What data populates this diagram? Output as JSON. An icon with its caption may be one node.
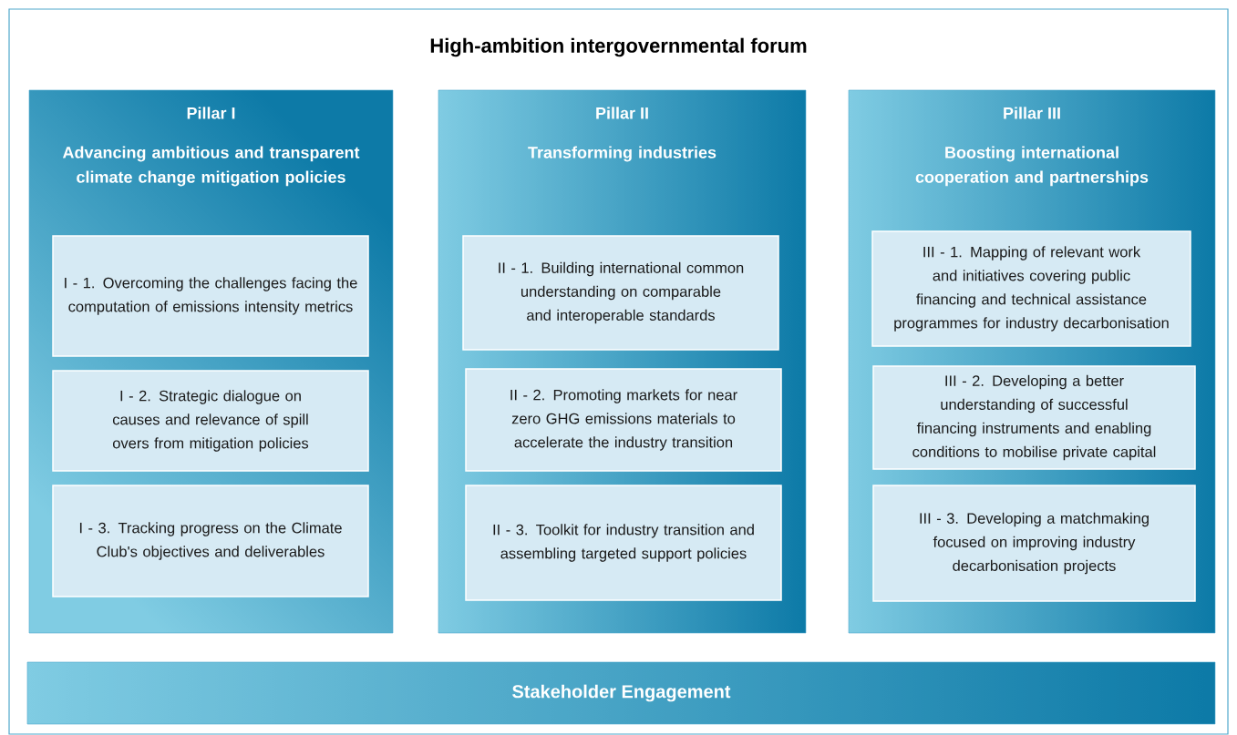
{
  "diagram": {
    "nodes": [
      {
        "text": [
          "High-ambition intergovernmental forum"
        ]
      },
      {
        "text": [
          "Pillar I",
          "Advancing ambitious and transparent climate change mitigation policies"
        ],
        "in": 0
      },
      {
        "text": [
          "I - 1. Overcoming the challenges facing the computation of emissions intensity metrics"
        ],
        "in": 1
      },
      {
        "text": [
          "I - 2. Strategic dialogue on causes and relevance of spill overs from mitigation policies"
        ],
        "in": 1
      },
      {
        "text": [
          "I - 3. Tracking progress on the Climate Club's objectives and deliverables"
        ],
        "in": 1
      },
      {
        "text": [
          "Pillar II",
          "Transforming industries"
        ],
        "in": 0
      },
      {
        "text": [
          "II - 1. Building international common understanding on comparable and interoperable standards"
        ],
        "in": 5
      },
      {
        "text": [
          "II - 2. Promoting markets for near zero GHG emissions materials to accelerate the industry transition"
        ],
        "in": 5
      },
      {
        "text": [
          "II - 3. Toolkit for industry transition and assembling targeted support policies"
        ],
        "in": 5
      },
      {
        "text": [
          "Pillar III",
          "Boosting international cooperation and partnerships"
        ],
        "in": 0
      },
      {
        "text": [
          "III - 1. Mapping of relevant work and initiatives covering public financing and technical assistance programmes for industry decarbonisation"
        ],
        "in": 9
      },
      {
        "text": [
          "III - 2. Developing a better understanding of successful financing instruments and enabling conditions to mobilise private capital"
        ],
        "in": 9
      },
      {
        "text": [
          "III - 3. Developing a matchmaking focused on improving industry decarbonisation projects"
        ],
        "in": 9
      },
      {
        "text": [
          "Stakeholder Engagement"
        ],
        "in": 0
      }
    ]
  }
}
